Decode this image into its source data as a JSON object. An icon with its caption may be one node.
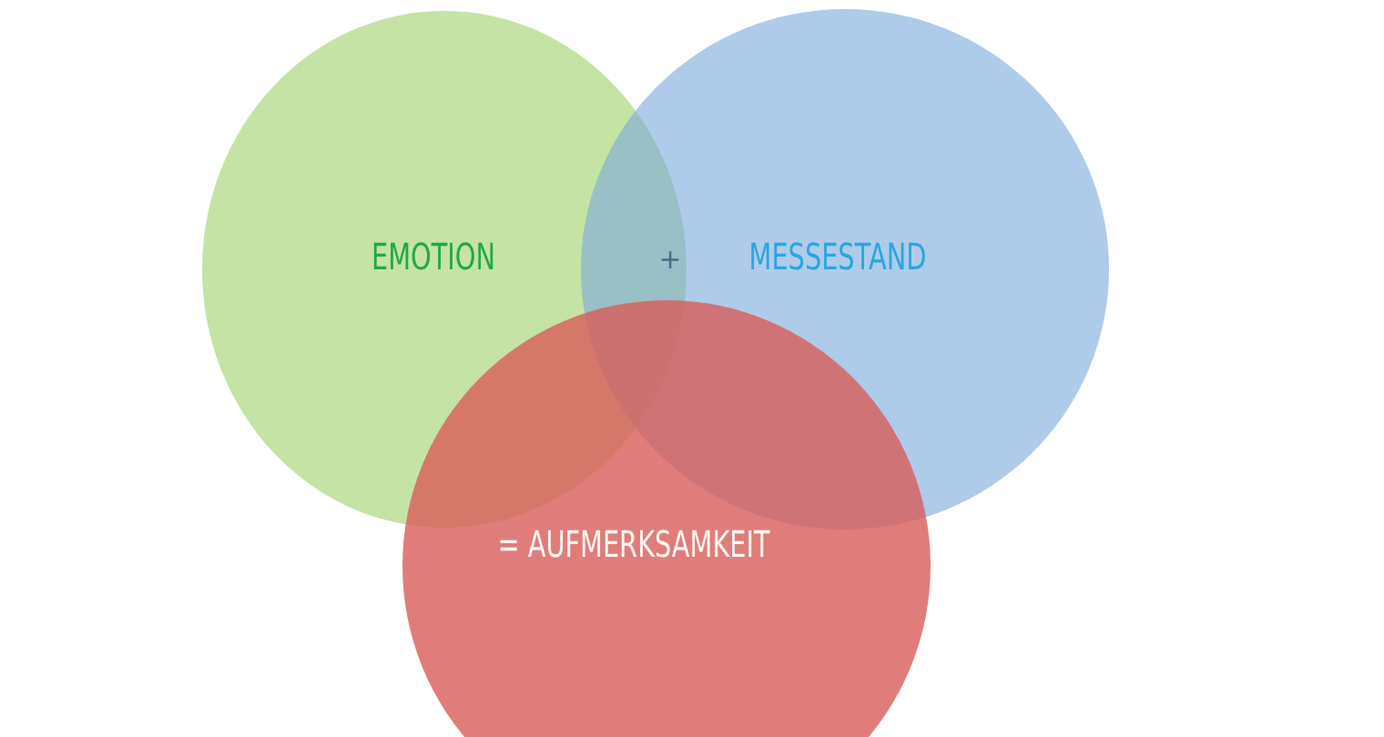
{
  "diagram": {
    "nodes": [
      {
        "text": [
          "EMOTION"
        ]
      },
      {
        "text": [
          "MESSESTAND"
        ]
      },
      {
        "text": [
          "= AUFMERKSAMKEIT"
        ]
      }
    ],
    "labels": [
      "+"
    ]
  }
}
